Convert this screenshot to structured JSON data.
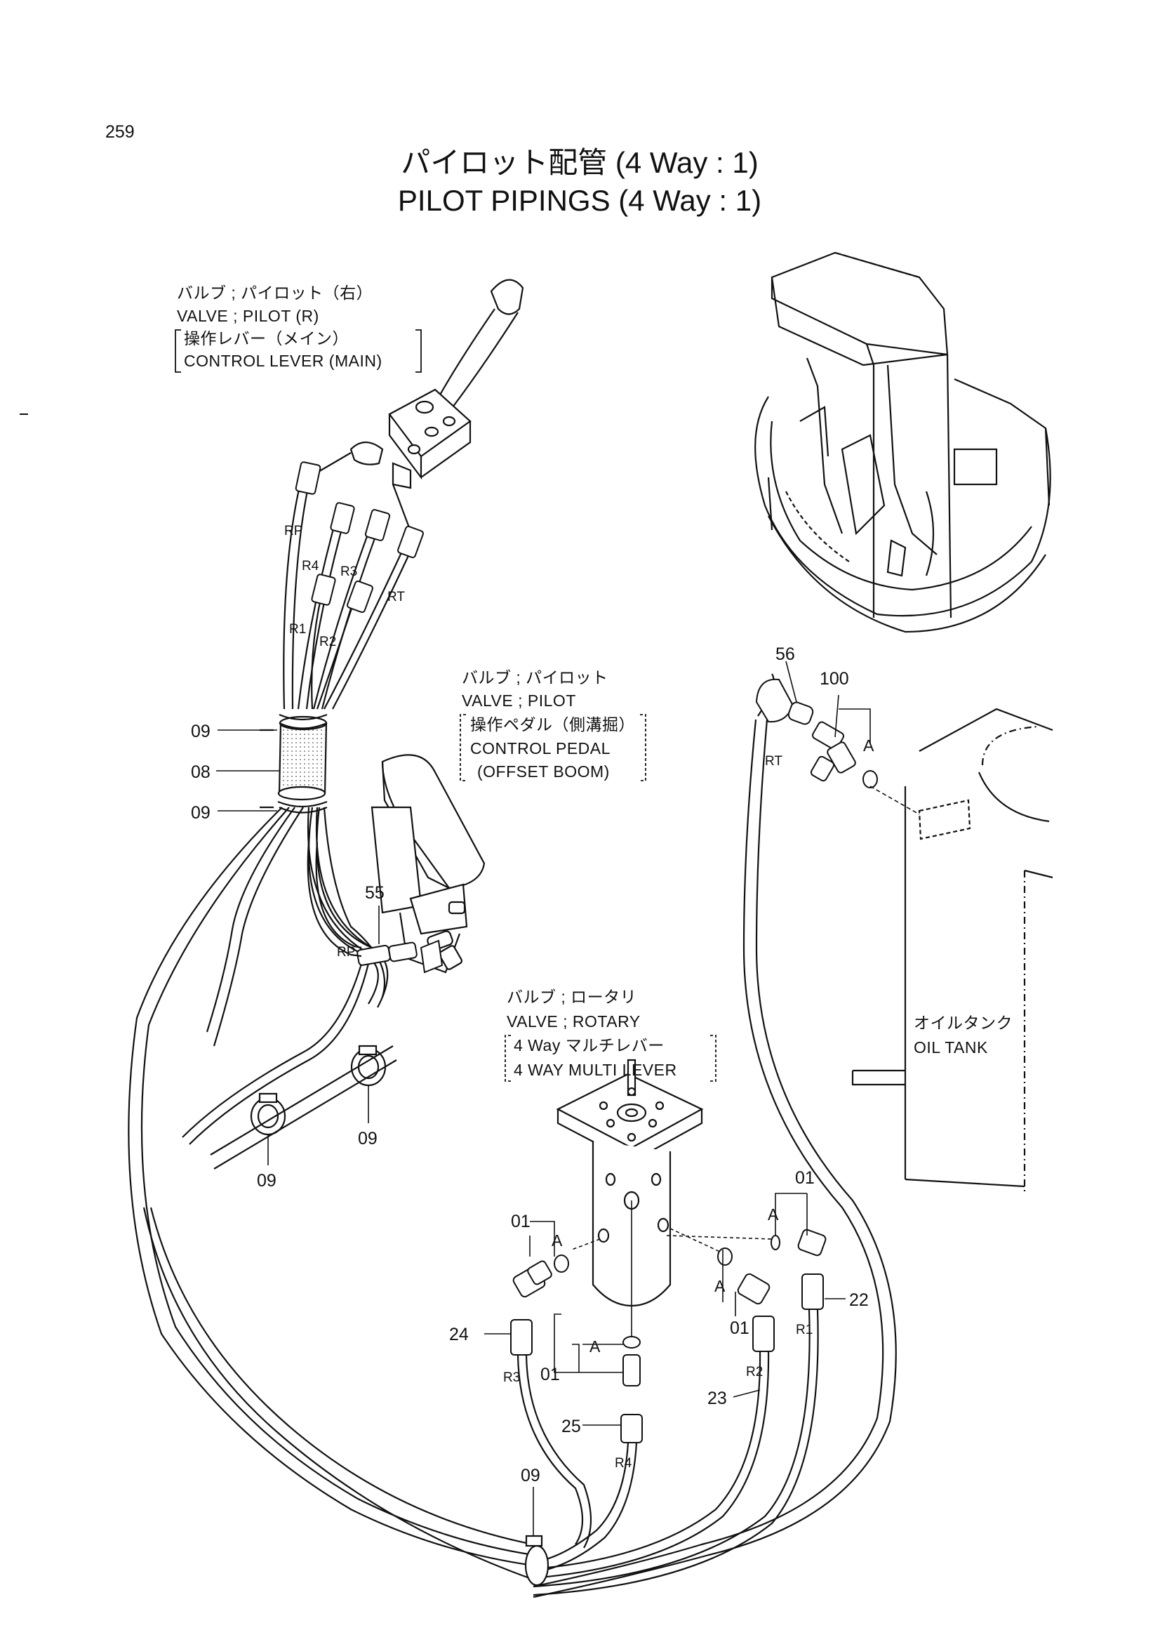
{
  "page_number": "259",
  "title": {
    "jp": "パイロット配管 (4 Way : 1)",
    "en": "PILOT PIPINGS (4 Way : 1)"
  },
  "callouts": {
    "valve_pilot_r": {
      "jp": "バルブ ; パイロット（右）",
      "en": "VALVE ; PILOT (R)",
      "sub_jp": "操作レバー（メイン）",
      "sub_en": "CONTROL LEVER (MAIN)"
    },
    "valve_pilot": {
      "jp": "バルブ ; パイロット",
      "en": "VALVE ; PILOT",
      "sub_jp": "操作ペダル（側溝掘）",
      "sub_en": "CONTROL PEDAL",
      "sub_en2": "(OFFSET BOOM)"
    },
    "valve_rotary": {
      "jp": "バルブ ; ロータリ",
      "en": "VALVE ; ROTARY",
      "sub_jp": "4 Way マルチレバー",
      "sub_en": "4 WAY MULTI LEVER"
    },
    "oil_tank": {
      "jp": "オイルタンク",
      "en": "OIL TANK"
    }
  },
  "part_numbers": {
    "p09_a": "09",
    "p08": "08",
    "p09_b": "09",
    "p09_c": "09",
    "p09_d": "09",
    "p09_e": "09",
    "p55": "55",
    "p56": "56",
    "p100": "100",
    "p01_a": "01",
    "p01_b": "01",
    "p01_c": "01",
    "p01_d": "01",
    "p22": "22",
    "p23": "23",
    "p24": "24",
    "p25": "25"
  },
  "hose_tags": {
    "rp_top": "RP",
    "r4_top": "R4",
    "r3_top": "R3",
    "rt_top": "RT",
    "r1_top": "R1",
    "r2_top": "R2",
    "rp_pedal": "RP",
    "rt_tank": "RT",
    "r3_bottom": "R3",
    "r4_bottom": "R4",
    "r2_bottom": "R2",
    "r1_bottom": "R1"
  },
  "detail_marks": {
    "a1": "A",
    "a2": "A",
    "a3": "A",
    "a4": "A",
    "a5": "A"
  }
}
